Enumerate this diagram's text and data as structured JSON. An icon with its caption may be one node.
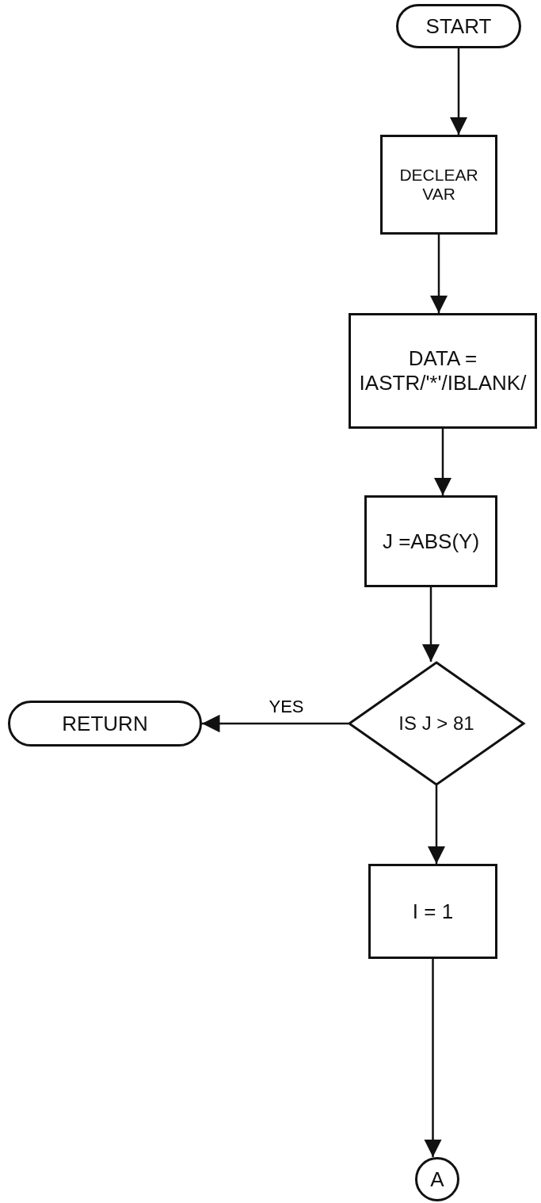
{
  "diagram": {
    "nodes": [
      {
        "text": [
          "START"
        ]
      },
      {
        "text": [
          "DECLEAR VAR"
        ]
      },
      {
        "text": [
          "DATA = IASTR/'*'/IBLANK/"
        ]
      },
      {
        "text": [
          "J =ABS(Y)"
        ]
      },
      {
        "text": [
          "IS J > 81"
        ]
      },
      {
        "text": [
          "RETURN"
        ]
      },
      {
        "text": [
          "I = 1"
        ]
      },
      {
        "text": [
          "A"
        ]
      }
    ],
    "edges": [
      {
        "from": 0,
        "to": 1,
        "arrow": "to"
      },
      {
        "from": 1,
        "to": 2,
        "arrow": "to"
      },
      {
        "from": 2,
        "to": 3,
        "arrow": "to"
      },
      {
        "from": 3,
        "to": 4,
        "arrow": "to"
      },
      {
        "from": 4,
        "to": 5,
        "arrow": "to",
        "label": "YES"
      },
      {
        "from": 4,
        "to": 6,
        "arrow": "to"
      },
      {
        "from": 6,
        "to": 7,
        "arrow": "to"
      }
    ]
  }
}
